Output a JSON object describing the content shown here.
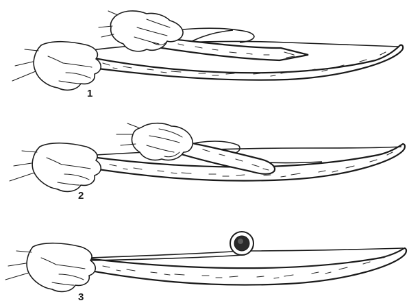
{
  "steps": [
    {
      "number": "1"
    },
    {
      "number": "2"
    },
    {
      "number": "3"
    }
  ],
  "colors": {
    "ink": "#1a1a1a",
    "paper": "#ffffff"
  }
}
